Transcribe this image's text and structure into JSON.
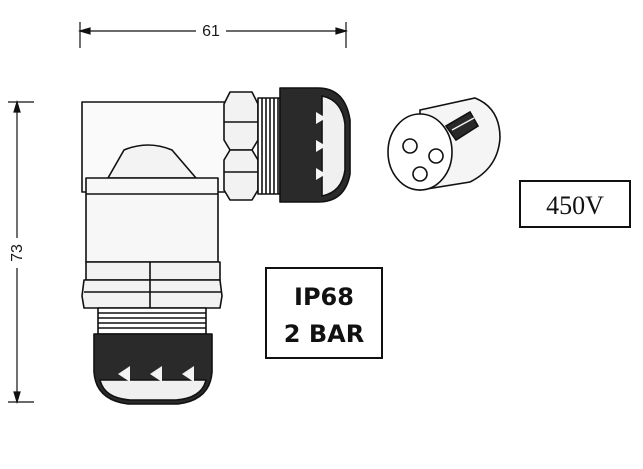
{
  "dimensions": {
    "width_label": "61",
    "height_label": "73"
  },
  "rating_box": {
    "line1": "IP68",
    "line2": "2 BAR"
  },
  "voltage_box": {
    "label": "450V"
  },
  "colors": {
    "ink": "#111111",
    "fill_dark": "#2a2a2a",
    "fill_light": "#f4f4f4",
    "background": "#ffffff"
  }
}
